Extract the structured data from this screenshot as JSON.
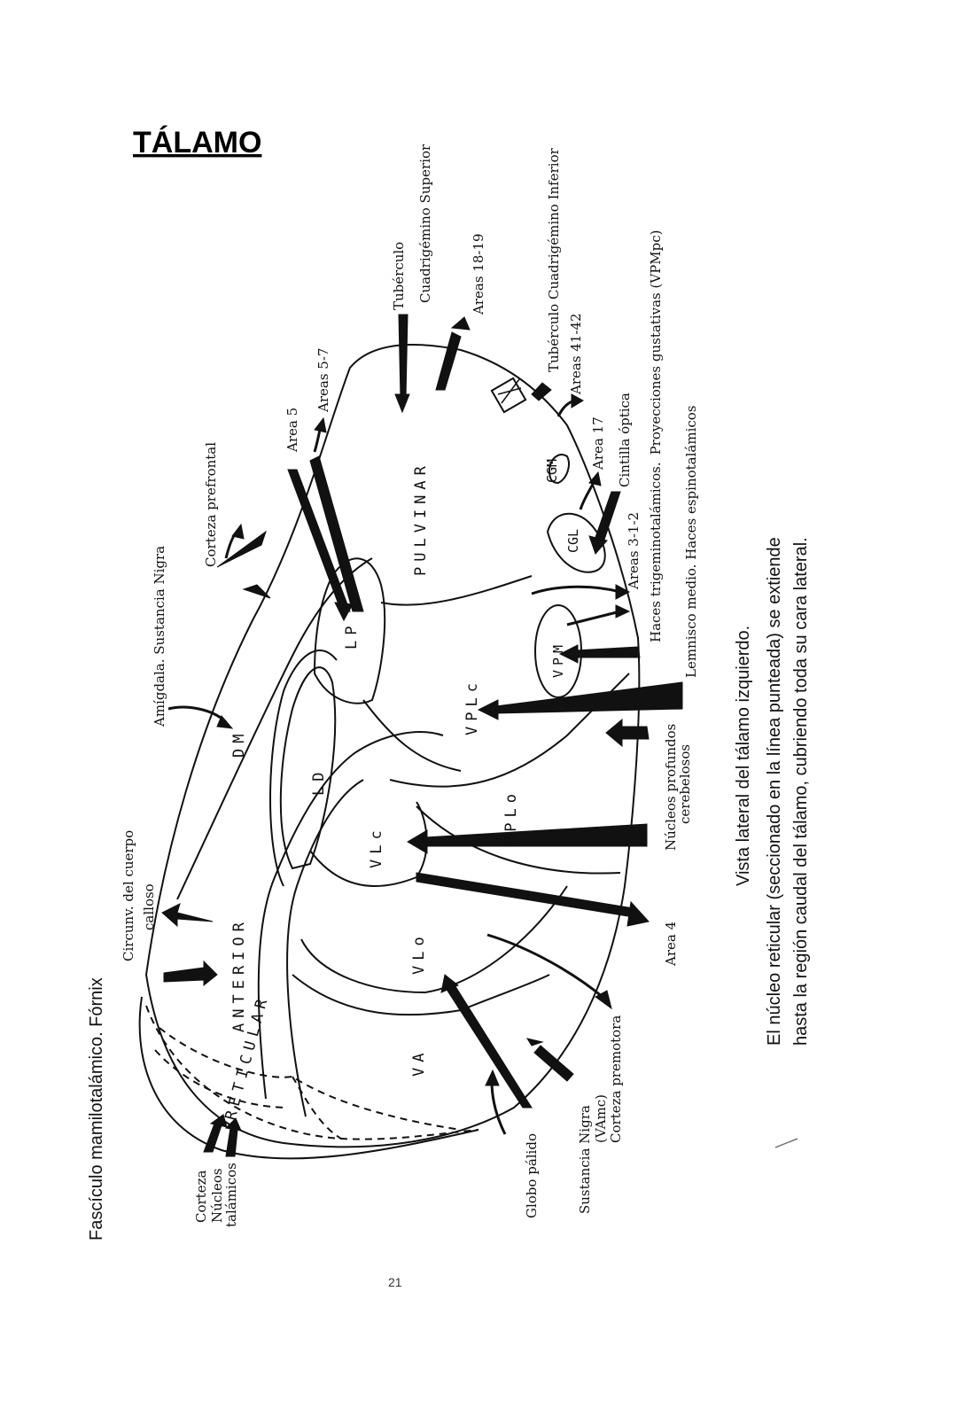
{
  "title": "TÁLAMO",
  "page_number": "21",
  "caption": {
    "line1": "Vista lateral del tálamo izquierdo.",
    "line2": "El núcleo reticular (seccionado en la línea punteada) se extiende",
    "line3": "hasta la región caudal del tálamo, cubriendo toda su cara lateral."
  },
  "regions": {
    "anterior": "ANTERIOR",
    "reticular": "RETICULAR",
    "va": "VA",
    "vlo": "VLo",
    "vlc": "VLc",
    "ld": "LD",
    "dm": "DM",
    "lp": "LP",
    "pulvinar": "PULVINAR",
    "vplc": "VPLc",
    "vplo": "VPLo",
    "vpm": "VPM",
    "cgl": "CGL",
    "cgm": "CGM"
  },
  "labels": {
    "fasciculo": "Fascículo mamilotalámico. Fórnix",
    "circunv": "Circunv. del cuerpo",
    "calloso": "calloso",
    "amigdala": "Amígdala. Sustancia Nigra",
    "corteza_prefrontal": "Corteza prefrontal",
    "area5": "Area 5",
    "areas57": "Areas 5-7",
    "tuberculo": "Tubérculo",
    "cuad_sup": "Cuadrigémino Superior",
    "areas1819": "Areas 18-19",
    "tub_cuad_inf": "Tubérculo Cuadrigémino Inferior",
    "areas4142": "Areas 41-42",
    "proy_gust": "Proyecciones gustativas (VPMpc)",
    "cintilla": "Cintilla óptica",
    "area17": "Area 17",
    "haces_trig": "Haces trigeminotalámicos.",
    "areas312": "Areas 3-1-2",
    "lemnisco": "Lemnisco medio. Haces espinotalámicos",
    "nucleos_prof": "Núcleos profundos",
    "cerebelosos": "cerebelosos",
    "area4": "Area 4",
    "corteza_premotora": "Corteza premotora",
    "vamc": "(VAmc)",
    "sustancia_nigra": "Sustancia Nigra",
    "globo_palido": "Globo pálido",
    "corteza": "Corteza",
    "nucleos": "Núcleos",
    "talamicos": "talámicos"
  }
}
